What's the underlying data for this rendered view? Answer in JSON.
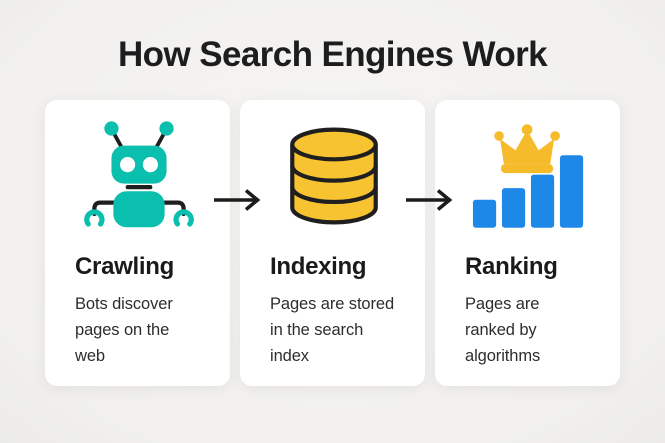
{
  "page": {
    "title": "How Search Engines Work",
    "background_color": "#f3f2f0"
  },
  "steps": [
    {
      "id": "crawling",
      "icon": "robot-icon",
      "title": "Crawling",
      "lines": [
        "Bots discover",
        "pages on the",
        "web"
      ]
    },
    {
      "id": "indexing",
      "icon": "database-icon",
      "title": "Indexing",
      "lines": [
        "Pages are stored",
        "in the search",
        "index"
      ]
    },
    {
      "id": "ranking",
      "icon": "bar-chart-crown-icon",
      "title": "Ranking",
      "lines": [
        "Pages are",
        "ranked by",
        "algorithms"
      ]
    }
  ],
  "arrows": {
    "glyph": "→",
    "color": "#1c1c1c"
  },
  "colors": {
    "teal": "#0abfae",
    "database_yellow": "#f8c331",
    "crown_gold": "#f5bb2b",
    "bar_blue": "#1e88e8",
    "outline_dark": "#1f1f1f",
    "card_background": "#ffffff",
    "title_text": "#1d1d1d",
    "body_text": "#2d2d2d"
  }
}
